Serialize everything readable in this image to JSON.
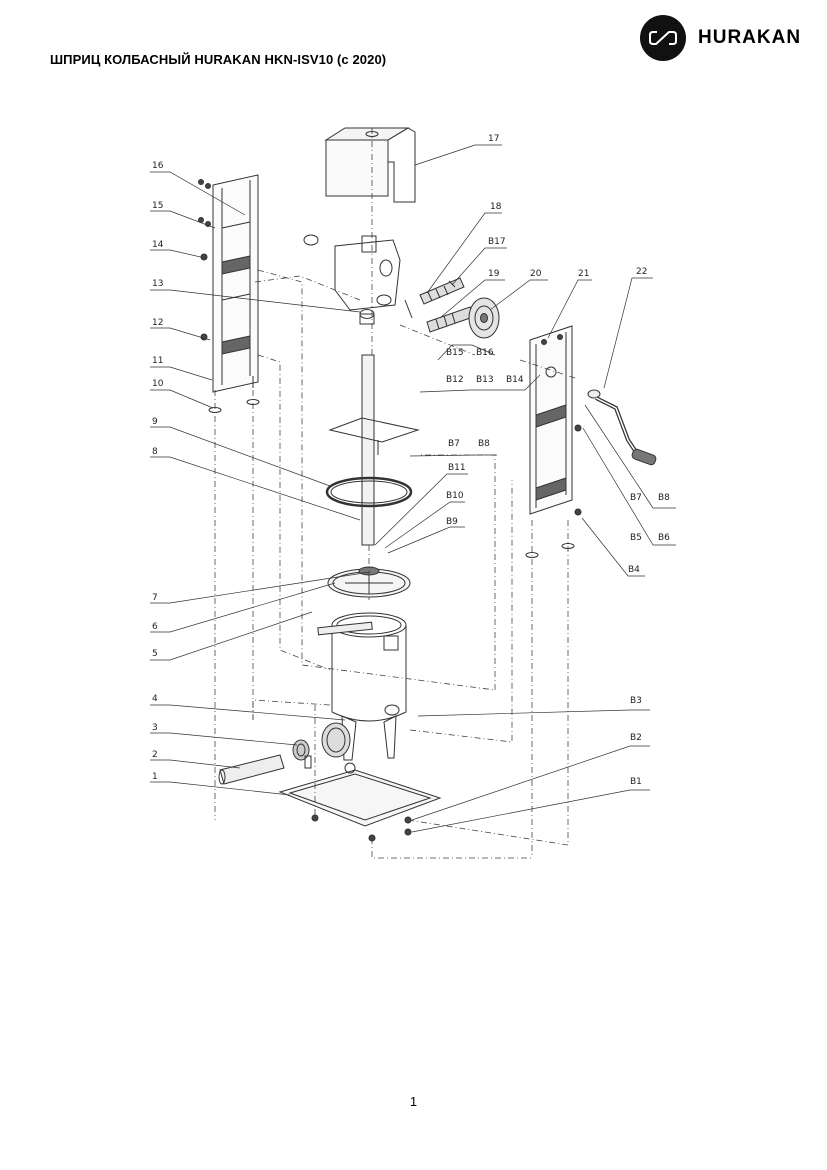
{
  "document": {
    "title": "ШПРИЦ КОЛБАСНЫЙ HURAKAN HKN-ISV10 (с 2020)",
    "page_number": "1"
  },
  "brand": {
    "name": "HURAKAN",
    "logo_icon": "hurakan-logo-icon"
  },
  "diagram": {
    "type": "exploded-parts-view",
    "left_labels": [
      "16",
      "15",
      "14",
      "13",
      "12",
      "11",
      "10",
      "9",
      "8",
      "7",
      "6",
      "5",
      "4",
      "3",
      "2",
      "1"
    ],
    "top_labels": [
      "17",
      "18",
      "B17",
      "19",
      "20",
      "21",
      "22"
    ],
    "middle_labels": [
      "B15",
      "B16",
      "B12",
      "B13",
      "B14",
      "B7",
      "B8",
      "B11",
      "B10",
      "B9"
    ],
    "right_labels": [
      "B7",
      "B8",
      "B5",
      "B6",
      "B4",
      "B3",
      "B2",
      "B1"
    ]
  }
}
